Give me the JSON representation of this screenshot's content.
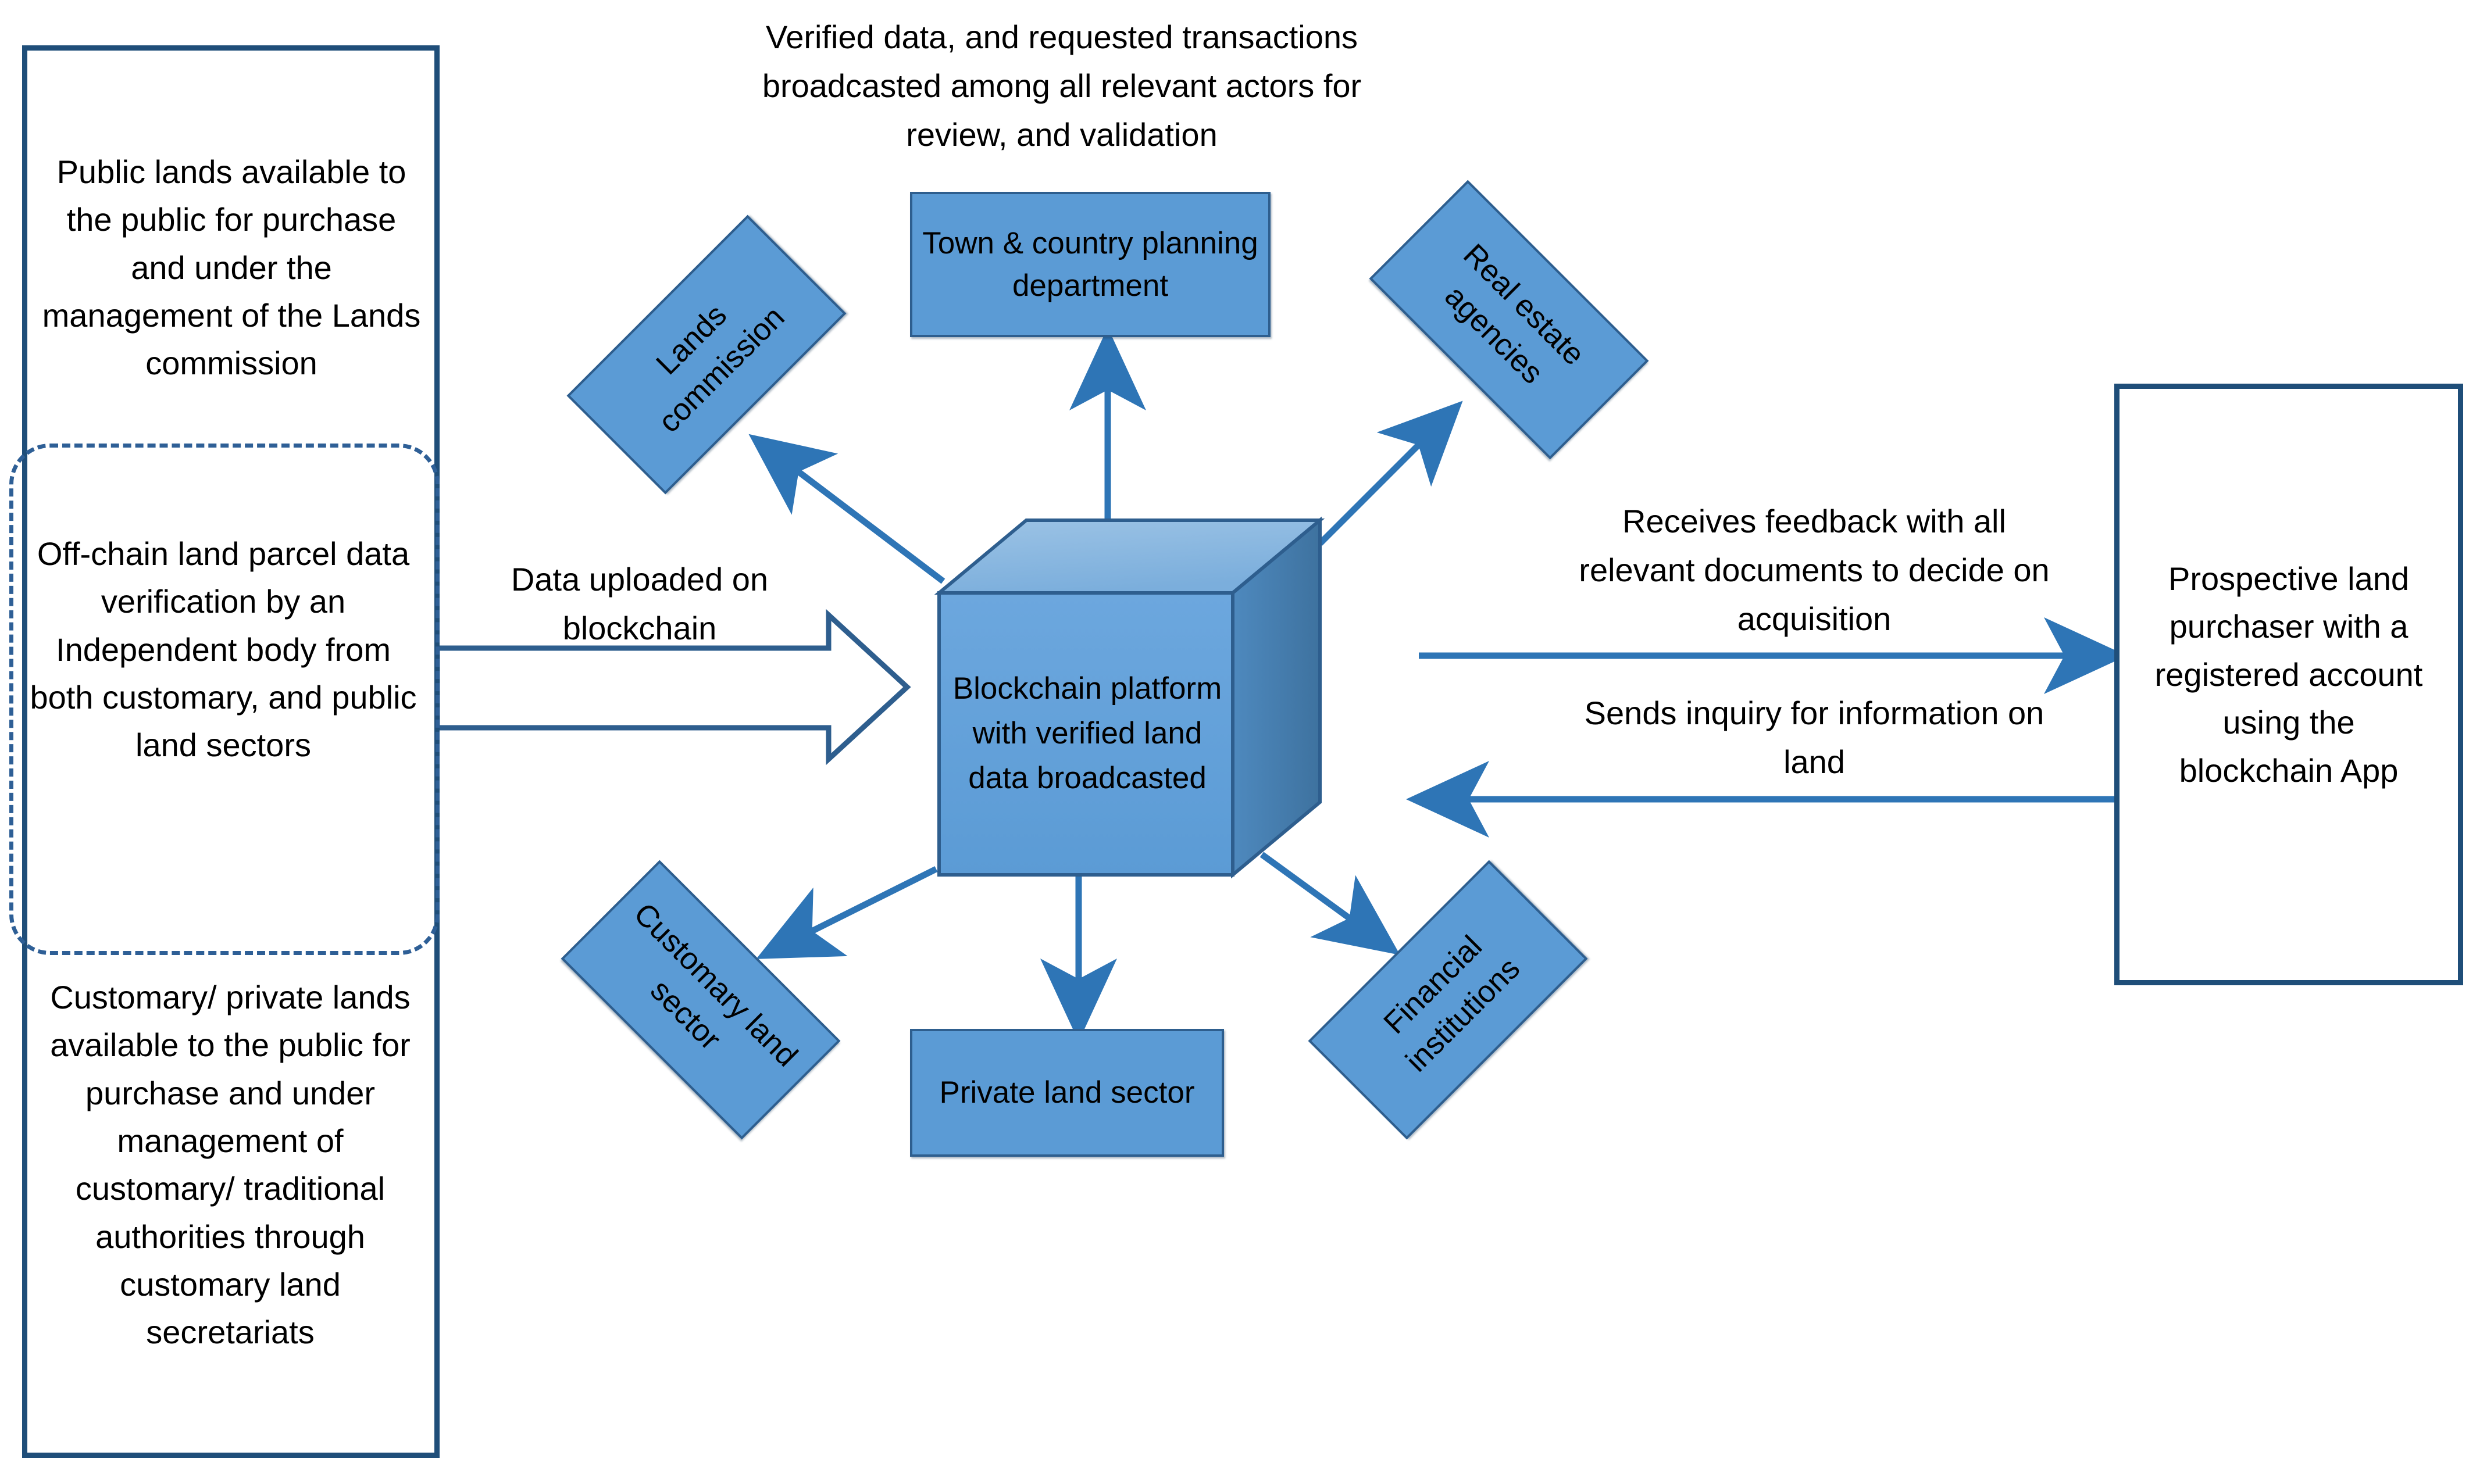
{
  "diagram": {
    "title_caption": "Verified data, and requested transactions broadcasted among all relevant actors for review, and validation",
    "accent_blue": "#5B9BD5",
    "outline_blue": "#2E5E8E",
    "frame_navy": "#1F4E79",
    "dash_blue": "#2E5F96"
  },
  "left_panel": {
    "top_text": "Public lands available to the public for purchase and under the management of the Lands commission",
    "dashed_text": "Off-chain land parcel data verification by an Independent body from both customary, and public land sectors",
    "bottom_text": "Customary/ private lands available to the public for purchase and under management of customary/ traditional authorities through customary land secretariats"
  },
  "center": {
    "cube_label": "Blockchain platform with verified land data broadcasted",
    "upload_arrow_label": "Data uploaded on blockchain"
  },
  "actors": [
    {
      "id": "lands-commission",
      "label": "Lands commission",
      "rotation": -45
    },
    {
      "id": "town-country-planning",
      "label": "Town & country planning department",
      "rotation": 0
    },
    {
      "id": "real-estate-agencies",
      "label": "Real estate agencies",
      "rotation": 45
    },
    {
      "id": "customary-land-sector",
      "label": "Customary land sector",
      "rotation": 45
    },
    {
      "id": "private-land-sector",
      "label": "Private land sector",
      "rotation": 0
    },
    {
      "id": "financial-institutions",
      "label": "Financial institutions",
      "rotation": -45
    }
  ],
  "right_panel": {
    "feedback_label": "Receives feedback with all relevant documents to decide on acquisition",
    "inquiry_label": "Sends inquiry for information on land",
    "purchaser_text_a": "Prospective land purchaser with a registered account using the",
    "purchaser_text_b": "blockchain App"
  }
}
